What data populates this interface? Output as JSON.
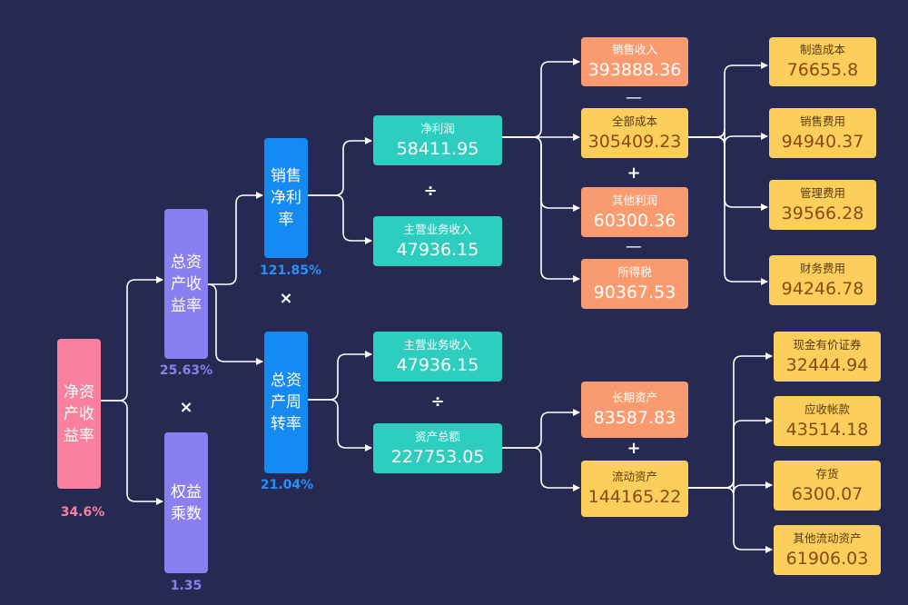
{
  "roe": {
    "label": "净资产收益率",
    "value": "34.6%"
  },
  "roa": {
    "label": "总资产收益率",
    "value": "25.63%"
  },
  "equity_multiplier": {
    "label": "权益乘数",
    "value": "1.35"
  },
  "net_margin": {
    "label": "销售净利率",
    "value": "121.85%"
  },
  "asset_turnover": {
    "label": "总资产周转率",
    "value": "21.04%"
  },
  "net_profit": {
    "label": "净利润",
    "value": "58411.95"
  },
  "main_revenue_1": {
    "label": "主营业务收入",
    "value": "47936.15"
  },
  "main_revenue_2": {
    "label": "主营业务收入",
    "value": "47936.15"
  },
  "total_assets": {
    "label": "资产总额",
    "value": "227753.05"
  },
  "sales_revenue": {
    "label": "销售收入",
    "value": "393888.36"
  },
  "total_cost": {
    "label": "全部成本",
    "value": "305409.23"
  },
  "other_profit": {
    "label": "其他利润",
    "value": "60300.36"
  },
  "income_tax": {
    "label": "所得税",
    "value": "90367.53"
  },
  "long_term_assets": {
    "label": "长期资产",
    "value": "83587.83"
  },
  "current_assets": {
    "label": "流动资产",
    "value": "144165.22"
  },
  "manufacturing_cost": {
    "label": "制造成本",
    "value": "76655.8"
  },
  "selling_expense": {
    "label": "销售费用",
    "value": "94940.37"
  },
  "admin_expense": {
    "label": "管理费用",
    "value": "39566.28"
  },
  "finance_expense": {
    "label": "财务费用",
    "value": "94246.78"
  },
  "cash_securities": {
    "label": "现金有价证券",
    "value": "32444.94"
  },
  "receivables": {
    "label": "应收帐款",
    "value": "43514.18"
  },
  "inventory": {
    "label": "存货",
    "value": "6300.07"
  },
  "other_current_assets": {
    "label": "其他流动资产",
    "value": "61906.03"
  },
  "operators": {
    "times_1": "×",
    "times_2": "×",
    "divide_1": "÷",
    "divide_2": "÷",
    "minus_1": "—",
    "plus_1": "+",
    "minus_2": "—",
    "plus_2": "+"
  },
  "colors": {
    "background": "#262a52",
    "pink": "#f9819d",
    "purple": "#8a7ff0",
    "blue": "#168af3",
    "teal": "#2dcebf",
    "orange": "#f99b6e",
    "yellow": "#fccf5d"
  }
}
